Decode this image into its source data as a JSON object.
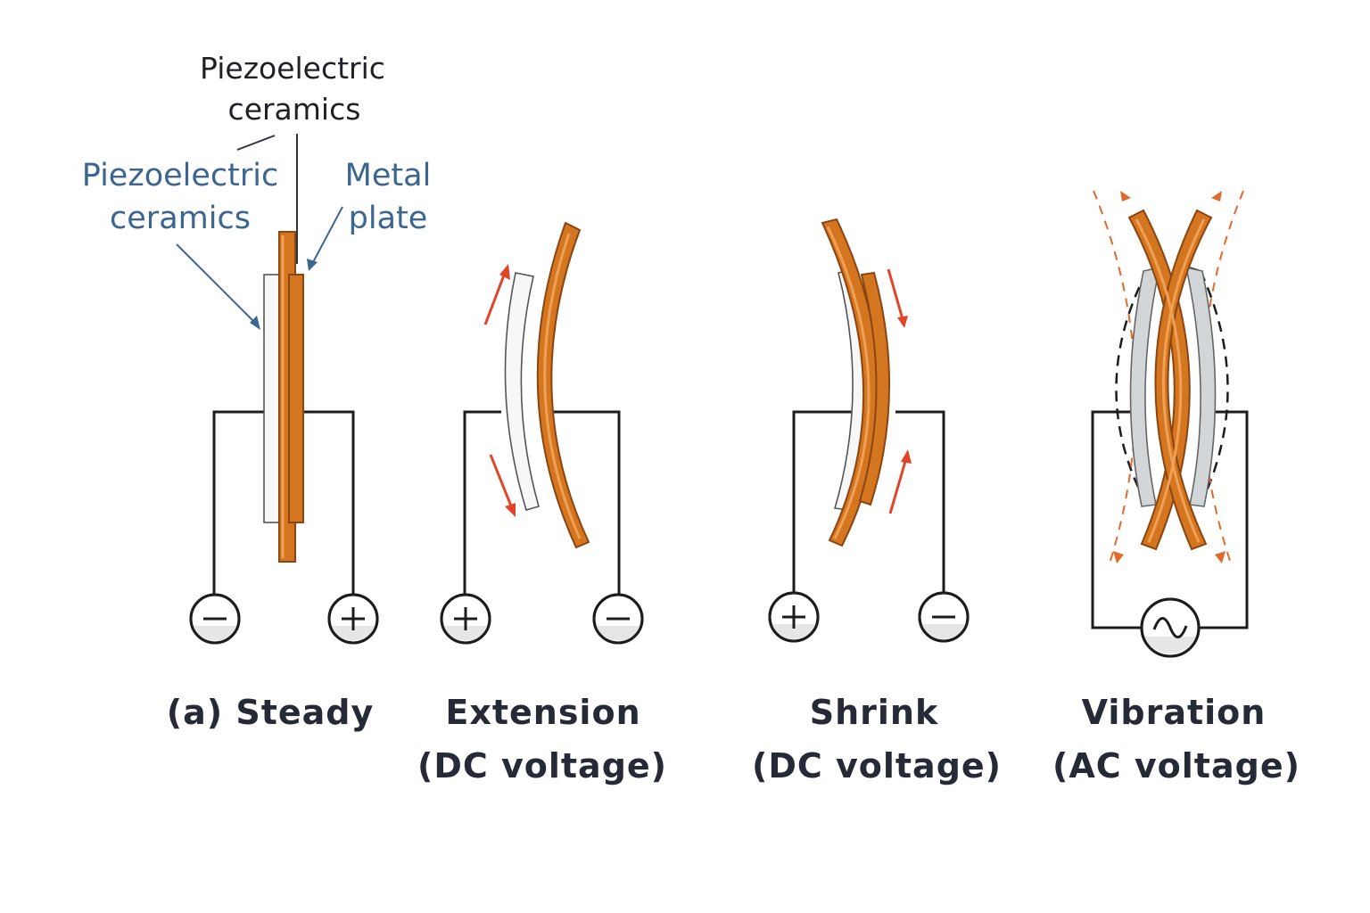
{
  "labels": {
    "top_ceramics_line1": "Piezoelectric",
    "top_ceramics_line2": "ceramics",
    "left_ceramics_line1": "Piezoelectric",
    "left_ceramics_line2": "ceramics",
    "metal_line1": "Metal",
    "metal_line2": "plate"
  },
  "panels": [
    {
      "id": "steady",
      "caption_line1": "(a) Steady",
      "caption_line2": "",
      "left_terminal": "minus",
      "right_terminal": "plus"
    },
    {
      "id": "extension",
      "caption_line1": "Extension",
      "caption_line2": "(DC voltage)",
      "left_terminal": "plus",
      "right_terminal": "minus"
    },
    {
      "id": "shrink",
      "caption_line1": "Shrink",
      "caption_line2": "(DC voltage)",
      "left_terminal": "plus",
      "right_terminal": "minus"
    },
    {
      "id": "vibration",
      "caption_line1": "Vibration",
      "caption_line2": "(AC voltage)",
      "source": "ac-source"
    }
  ],
  "colors": {
    "metal_plate": "#d4761f",
    "ceramic": "#f7f7f7",
    "arrow": "#e0452a",
    "label_blue": "#3c6590",
    "wire": "#1c1c1c"
  }
}
